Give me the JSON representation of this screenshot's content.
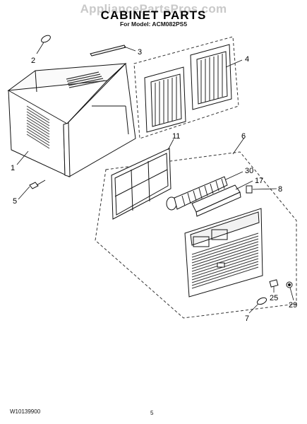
{
  "watermark": "AppliancePartsPros.com",
  "header": {
    "title": "CABINET PARTS",
    "subtitle": "For Model: ACM082PS5"
  },
  "callouts": {
    "c1": "1",
    "c2": "2",
    "c3": "3",
    "c4": "4",
    "c5": "5",
    "c6": "6",
    "c7": "7",
    "c8": "8",
    "c11": "11",
    "c17": "17",
    "c25": "25",
    "c29": "29",
    "c30": "30"
  },
  "footer": {
    "doc_number": "W10139900",
    "page_number": "5"
  }
}
